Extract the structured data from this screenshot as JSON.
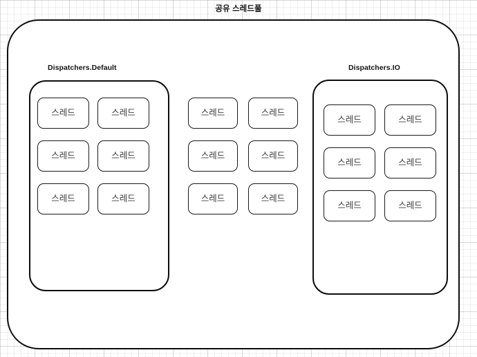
{
  "diagram": {
    "title": "공유 스레드풀",
    "thread_label": "스레드",
    "colors": {
      "stroke": "#0d0d0d",
      "thread_stroke": "#1a1a1a",
      "text": "#3c3c3c",
      "label_text": "#131313",
      "background": "#ffffff",
      "grid": "#e8e8e8"
    },
    "groups": [
      {
        "id": "default",
        "label": "Dispatchers.Default",
        "threads": [
          {
            "label": "스레드"
          },
          {
            "label": "스레드"
          },
          {
            "label": "스레드"
          },
          {
            "label": "스레드"
          },
          {
            "label": "스레드"
          },
          {
            "label": "스레드"
          }
        ]
      },
      {
        "id": "shared-free",
        "label": "",
        "threads": [
          {
            "label": "스레드"
          },
          {
            "label": "스레드"
          },
          {
            "label": "스레드"
          },
          {
            "label": "스레드"
          },
          {
            "label": "스레드"
          },
          {
            "label": "스레드"
          }
        ]
      },
      {
        "id": "io",
        "label": "Dispatchers.IO",
        "threads": [
          {
            "label": "스레드"
          },
          {
            "label": "스레드"
          },
          {
            "label": "스레드"
          },
          {
            "label": "스레드"
          },
          {
            "label": "스레드"
          },
          {
            "label": "스레드"
          }
        ]
      }
    ]
  }
}
